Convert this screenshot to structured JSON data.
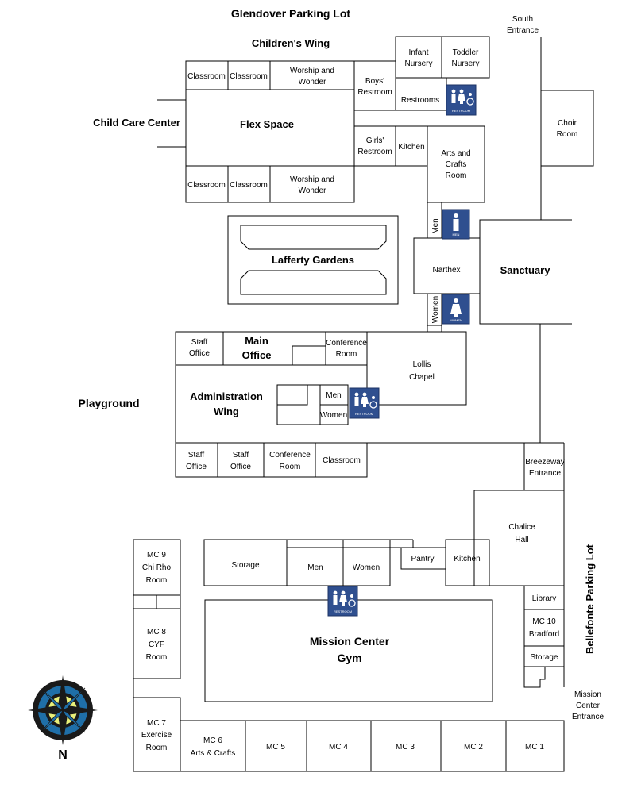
{
  "map": {
    "labels": {
      "glendover": "Glendover Parking Lot",
      "childrens_wing": "Children's Wing",
      "south_entrance_1": "South",
      "south_entrance_2": "Entrance",
      "child_care_center": "Child Care Center",
      "flex_space": "Flex Space",
      "classroom": "Classroom",
      "worship_1": "Worship and",
      "worship_2": "Wonder",
      "infant_1": "Infant",
      "infant_2": "Nursery",
      "toddler_1": "Toddler",
      "toddler_2": "Nursery",
      "boys_1": "Boys'",
      "boys_2": "Restroom",
      "restrooms": "Restrooms",
      "girls_1": "Girls'",
      "girls_2": "Restroom",
      "kitchen": "Kitchen",
      "arts_1": "Arts and",
      "arts_2": "Crafts",
      "arts_3": "Room",
      "choir_1": "Choir",
      "choir_2": "Room",
      "men": "Men",
      "women": "Women",
      "narthex": "Narthex",
      "sanctuary": "Sanctuary",
      "lafferty": "Lafferty Gardens",
      "staff": "Staff",
      "office": "Office",
      "main_1": "Main",
      "main_2": "Office",
      "conference": "Conference",
      "room": "Room",
      "lollis_1": "Lollis",
      "lollis_2": "Chapel",
      "playground": "Playground",
      "admin_1": "Administration",
      "admin_2": "Wing",
      "breezeway_1": "Breezeway",
      "breezeway_2": "Entrance",
      "chalice_1": "Chalice",
      "chalice_2": "Hall",
      "bellefonte": "Bellefonte Parking Lot",
      "mc9_1": "MC 9",
      "mc9_2": "Chi Rho",
      "mc9_3": "Room",
      "mc8_1": "MC 8",
      "mc8_2": "CYF",
      "mc8_3": "Room",
      "storage": "Storage",
      "pantry": "Pantry",
      "library": "Library",
      "mc10_1": "MC 10",
      "mc10_2": "Bradford",
      "gym_1": "Mission Center",
      "gym_2": "Gym",
      "mission_entr_1": "Mission",
      "mission_entr_2": "Center",
      "mission_entr_3": "Entrance",
      "mc7_1": "MC 7",
      "mc7_2": "Exercise",
      "mc7_3": "Room",
      "mc6_1": "MC 6",
      "mc6_2": "Arts & Crafts",
      "mc5": "MC 5",
      "mc4": "MC 4",
      "mc3": "MC 3",
      "mc2": "MC 2",
      "mc1": "MC 1",
      "restroom_sign": "RESTROOM",
      "men_sign": "MEN",
      "women_sign": "WOMEN",
      "north": "N"
    },
    "colors": {
      "sign_blue": "#2f4f8f",
      "compass_outer": "#1a1a1a",
      "compass_ring": "#1f6fa8",
      "compass_green": "#e8f07a"
    },
    "icons": [
      "restroom-sign-icon",
      "men-sign-icon",
      "women-sign-icon",
      "compass-rose-icon"
    ]
  }
}
